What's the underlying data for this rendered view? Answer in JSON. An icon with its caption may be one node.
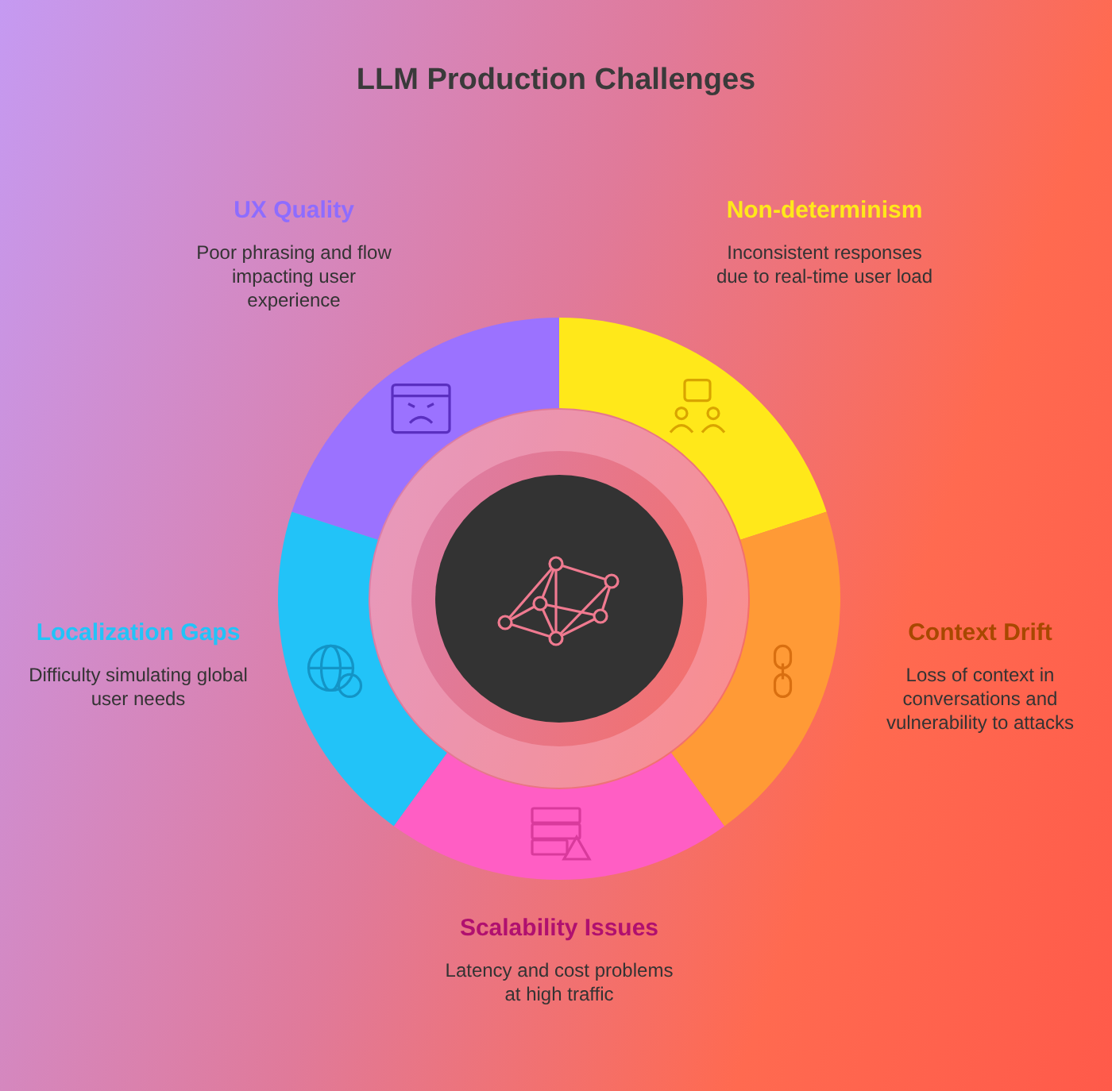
{
  "diagram": {
    "title": "LLM Production Challenges",
    "labels": [
      "UX Quality",
      "Poor phrasing and flow impacting user experience",
      "Non-determinism",
      "Inconsistent responses due to real-time user load",
      "Localization Gaps",
      "Difficulty simulating global user needs",
      "Context Drift",
      "Loss of context in conversations and vulnerability to attacks",
      "Scalability Issues",
      "Latency and cost problems at high traffic"
    ]
  }
}
